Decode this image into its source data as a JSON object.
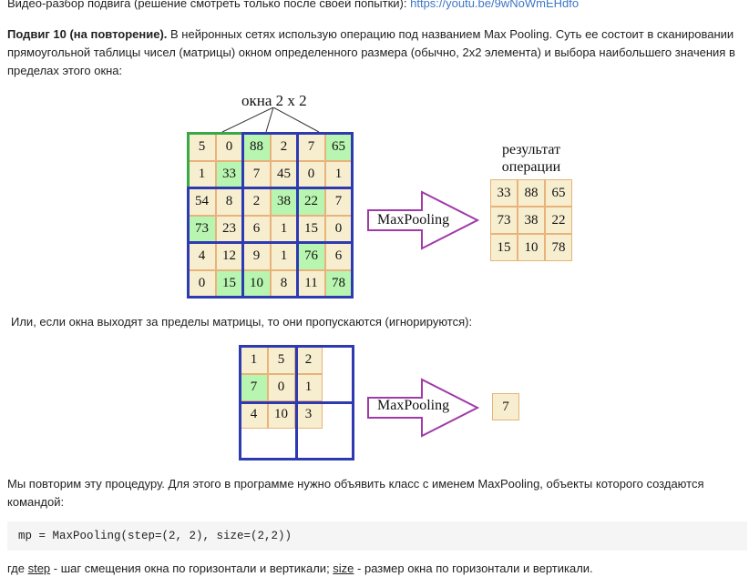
{
  "video": {
    "prefix": "Видео-разбор подвига (решение смотреть только после своей попытки): ",
    "link": "https://youtu.be/9wNoWmEHdfo"
  },
  "intro": {
    "heading": "Подвиг 10 (на повторение).",
    "text": " В нейронных сетях использую операцию под названием Max Pooling. Суть ее состоит в сканировании прямоугольной таблицы чисел (матрицы) окном определенного размера (обычно, 2x2 элемента) и выбора наибольшего значения в пределах этого окна:"
  },
  "figure1": {
    "windows_label": "окна 2 х 2",
    "matrix": [
      [
        "5",
        "0",
        "88",
        "2",
        "7",
        "65"
      ],
      [
        "1",
        "33",
        "7",
        "45",
        "0",
        "1"
      ],
      [
        "54",
        "8",
        "2",
        "38",
        "22",
        "7"
      ],
      [
        "73",
        "23",
        "6",
        "1",
        "15",
        "0"
      ],
      [
        "4",
        "12",
        "9",
        "1",
        "76",
        "6"
      ],
      [
        "0",
        "15",
        "10",
        "8",
        "11",
        "78"
      ]
    ],
    "highlighted": [
      [
        1,
        1
      ],
      [
        0,
        2
      ],
      [
        0,
        5
      ],
      [
        2,
        3
      ],
      [
        2,
        4
      ],
      [
        3,
        0
      ],
      [
        4,
        4
      ],
      [
        5,
        1
      ],
      [
        5,
        2
      ],
      [
        5,
        5
      ]
    ],
    "arrow_label": "MaxPooling",
    "result_label": "результат операции",
    "result": [
      [
        "33",
        "88",
        "65"
      ],
      [
        "73",
        "38",
        "22"
      ],
      [
        "15",
        "10",
        "78"
      ]
    ]
  },
  "between_text": "Или, если окна выходят за пределы матрицы, то они пропускаются (игнорируются):",
  "figure2": {
    "matrix": [
      [
        "1",
        "5",
        "2"
      ],
      [
        "7",
        "0",
        "1"
      ],
      [
        "4",
        "10",
        "3"
      ]
    ],
    "highlighted": [
      [
        1,
        0
      ]
    ],
    "arrow_label": "MaxPooling",
    "result": "7"
  },
  "outro": "Мы повторим эту процедуру. Для этого в программе нужно объявить класс с именем MaxPooling, объекты которого создаются командой:",
  "code": "mp = MaxPooling(step=(2, 2), size=(2,2))",
  "footer": {
    "step_word": "step",
    "step_desc": " - шаг смещения окна по горизонтали и вертикали; ",
    "size_word": "size",
    "size_desc": " - размер окна по горизонтали и вертикали.",
    "prefix": "где "
  },
  "colors": {
    "cell_bg": "#f7eed0",
    "cell_highlight": "#b8f5b0",
    "window_border": "#2d3ab0",
    "first_window_border": "#3aa845",
    "arrow": "#a03aa8",
    "link": "#3d76c4"
  }
}
